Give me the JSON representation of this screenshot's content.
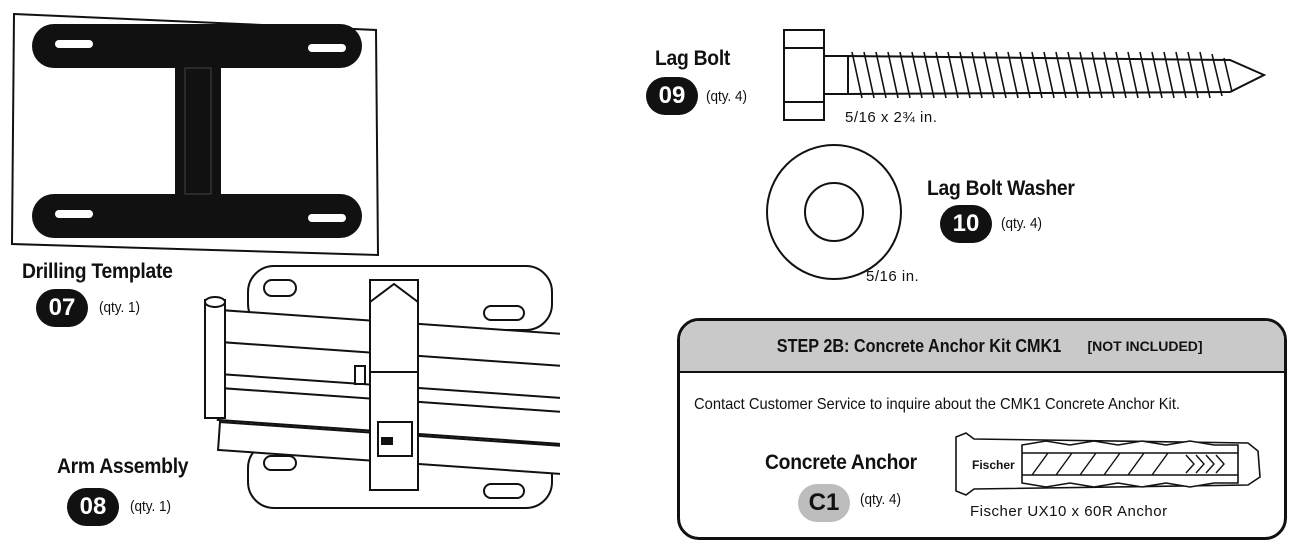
{
  "parts": {
    "drilling_template": {
      "label": "Drilling Template",
      "badge": "07",
      "qty": "(qty. 1)"
    },
    "arm_assembly": {
      "label": "Arm Assembly",
      "badge": "08",
      "qty": "(qty. 1)"
    },
    "lag_bolt": {
      "label": "Lag Bolt",
      "badge": "09",
      "qty": "(qty. 4)",
      "size": "5/16 x 2¾ in."
    },
    "lag_bolt_washer": {
      "label": "Lag Bolt Washer",
      "badge": "10",
      "qty": "(qty. 4)",
      "size": "5/16 in."
    }
  },
  "step": {
    "title": "STEP 2B: Concrete Anchor Kit CMK1",
    "note": "[NOT INCLUDED]",
    "body": "Contact Customer Service to inquire about the CMK1 Concrete Anchor Kit.",
    "anchor": {
      "label": "Concrete Anchor",
      "badge": "C1",
      "qty": "(qty. 4)",
      "caption": "Fischer UX10 x 60R Anchor",
      "brand": "Fischer"
    }
  }
}
